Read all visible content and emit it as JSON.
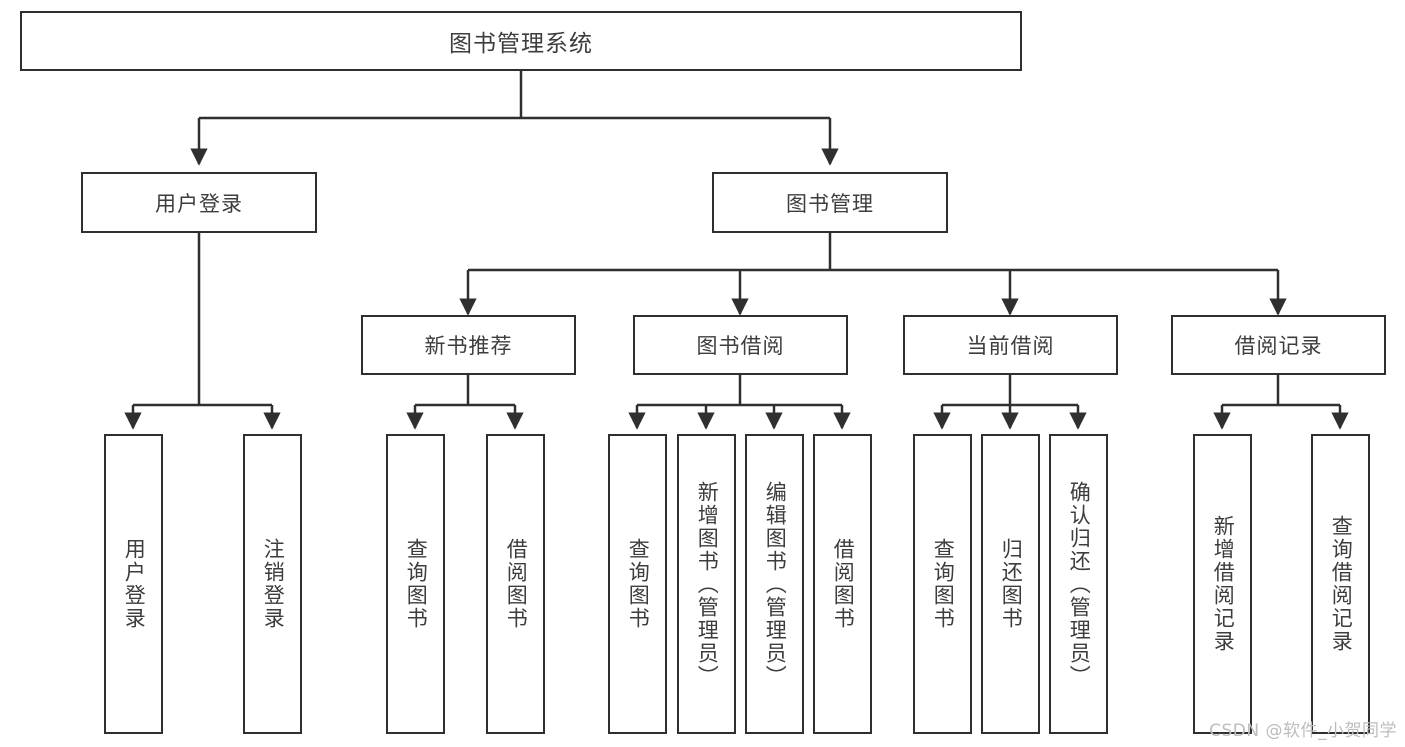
{
  "diagram": {
    "type": "tree",
    "orientation": "top-down",
    "root": {
      "label": "图书管理系统"
    },
    "level1": [
      {
        "label": "用户登录"
      },
      {
        "label": "图书管理"
      }
    ],
    "level2": [
      {
        "label": "新书推荐"
      },
      {
        "label": "图书借阅"
      },
      {
        "label": "当前借阅"
      },
      {
        "label": "借阅记录"
      }
    ],
    "leaves": {
      "user_login": [
        {
          "label": "用户登录"
        },
        {
          "label": "注销登录"
        }
      ],
      "new_book_recommend": [
        {
          "label": "查询图书"
        },
        {
          "label": "借阅图书"
        }
      ],
      "book_borrow": [
        {
          "label": "查询图书"
        },
        {
          "label": "新增图书（管理员）"
        },
        {
          "label": "编辑图书（管理员）"
        },
        {
          "label": "借阅图书"
        }
      ],
      "current_borrow": [
        {
          "label": "查询图书"
        },
        {
          "label": "归还图书"
        },
        {
          "label": "确认归还（管理员）"
        }
      ],
      "borrow_record": [
        {
          "label": "新增借阅记录"
        },
        {
          "label": "查询借阅记录"
        }
      ]
    }
  },
  "watermark": {
    "text": "CSDN @软件_小贺同学"
  },
  "colors": {
    "box_border": "#2f2f2f",
    "box_fill": "#ffffff",
    "text": "#3d3d3d",
    "connector": "#2f2f2f",
    "watermark": "#bdbdbd",
    "page_background": "#ffffff"
  }
}
